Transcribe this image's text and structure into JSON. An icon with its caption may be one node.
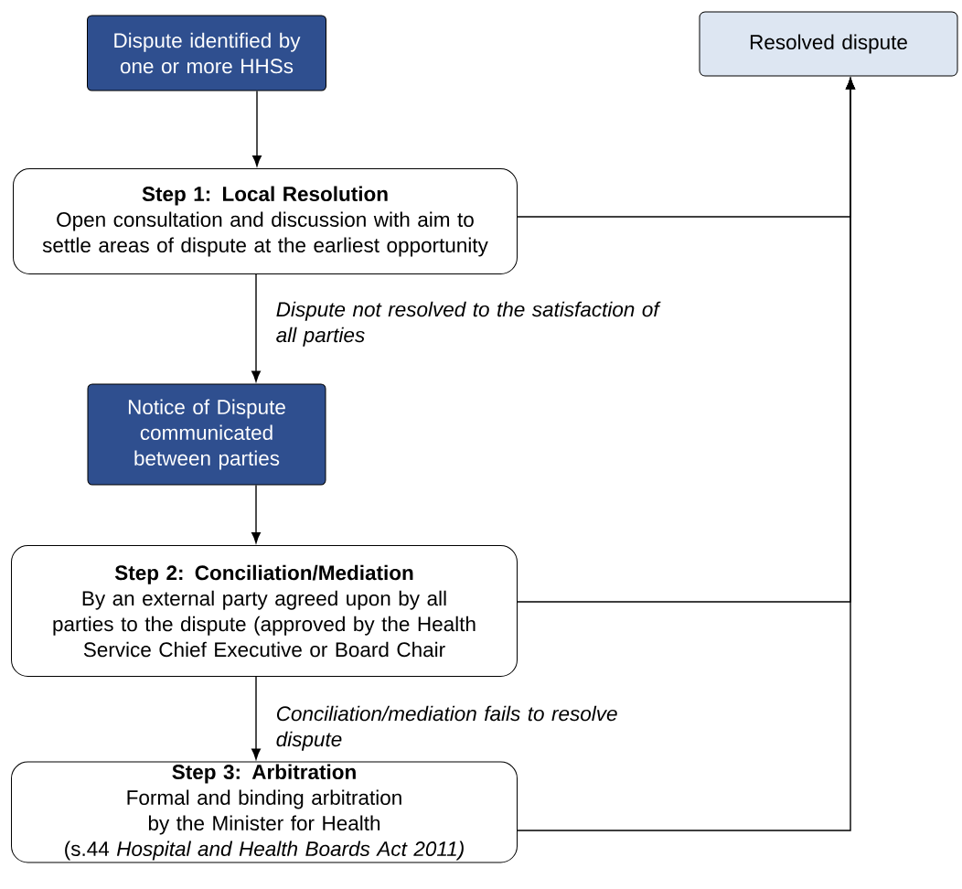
{
  "diagram": {
    "nodes": [
      {
        "text": [
          "Dispute identified by one or more HHSs"
        ]
      },
      {
        "text": [
          "Resolved dispute"
        ]
      },
      {
        "text": [
          "Step 1: Local Resolution",
          "Open consultation and discussion with aim to settle areas of dispute at the earliest opportunity"
        ]
      },
      {
        "text": [
          "Notice of Dispute communicated between parties"
        ]
      },
      {
        "text": [
          "Step 2: Conciliation/Mediation",
          "By an external party agreed upon by all parties to the dispute (approved by the Health Service Chief Executive or Board Chair"
        ]
      },
      {
        "text": [
          "Step 3: Arbitration",
          "Formal and binding arbitration by the Minister for Health",
          "(s.44 *Hospital and Health Boards Act 2011)*"
        ]
      }
    ],
    "edges": [
      {
        "from": 0,
        "to": 2,
        "arrow": "to"
      },
      {
        "from": 2,
        "to": 3,
        "arrow": "to",
        "label": "Dispute not resolved to the satisfaction of all parties"
      },
      {
        "from": 3,
        "to": 4,
        "arrow": "to"
      },
      {
        "from": 4,
        "to": 5,
        "arrow": "to",
        "label": "Conciliation/mediation fails to resolve dispute"
      },
      {
        "from": 2,
        "to": 1,
        "arrow": "to"
      },
      {
        "from": 4,
        "to": 1,
        "arrow": "to"
      },
      {
        "from": 5,
        "to": 1,
        "arrow": "to"
      }
    ]
  }
}
